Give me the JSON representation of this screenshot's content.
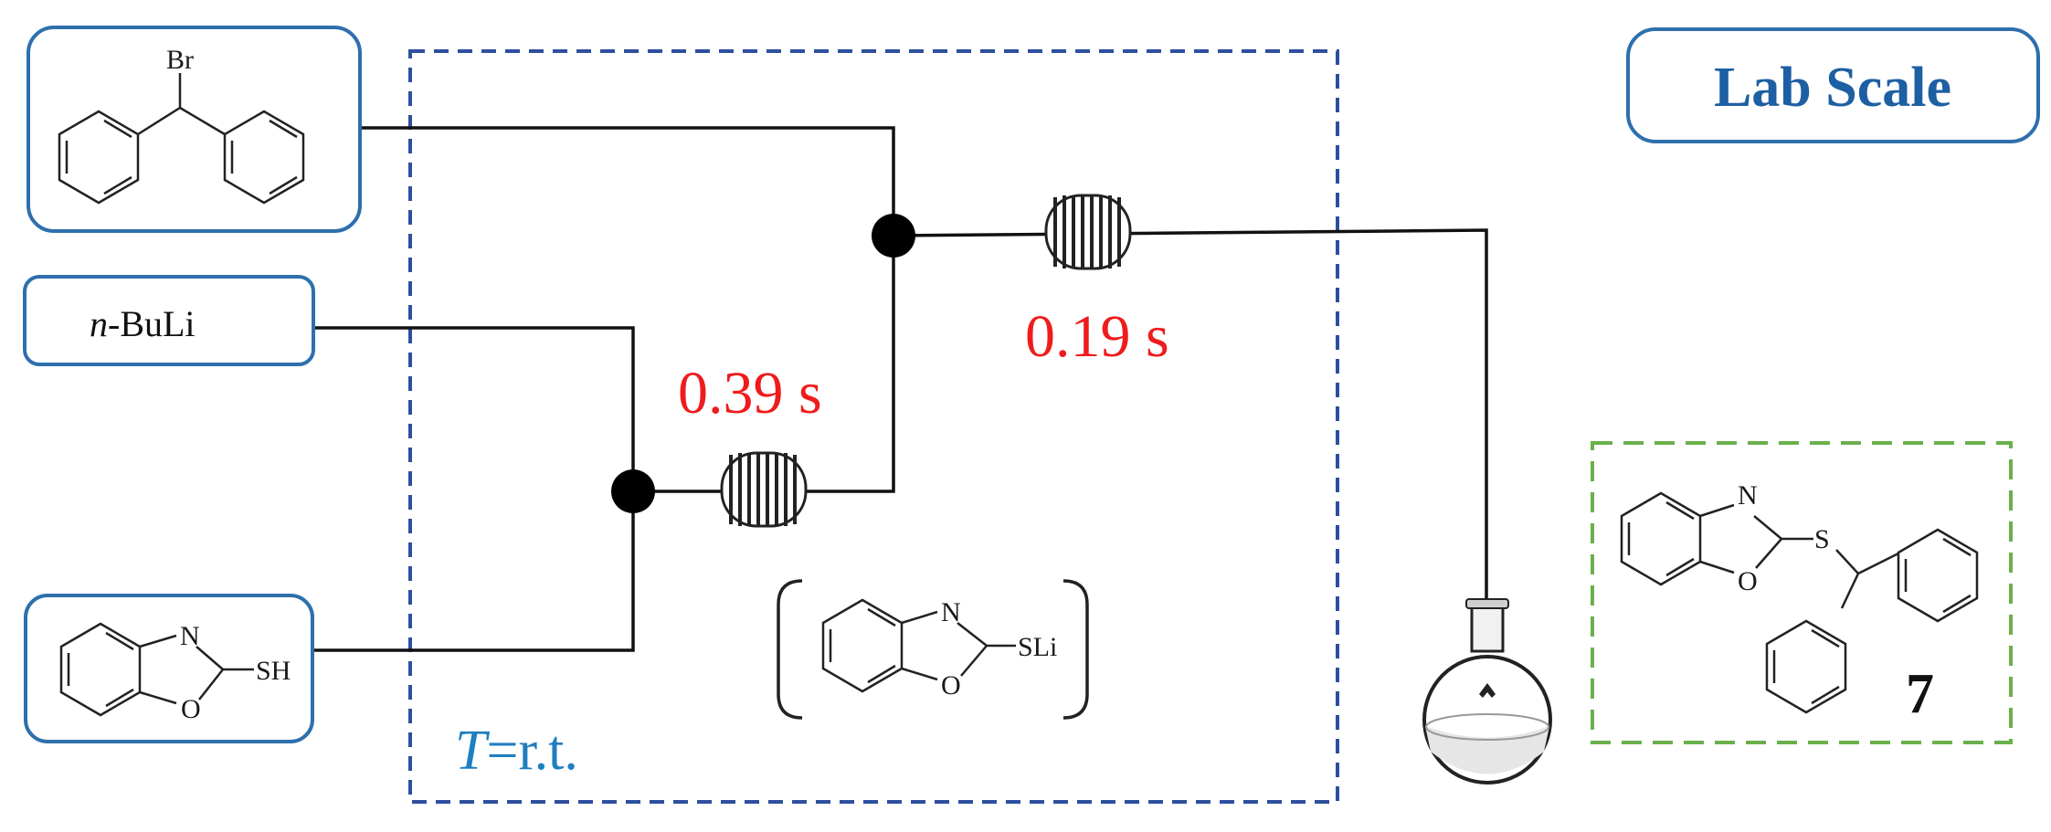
{
  "header": {
    "scale_label": "Lab Scale"
  },
  "reagents": {
    "bromide_atom": "Br",
    "butyllithium_prefix": "n",
    "butyllithium_suffix": "-BuLi",
    "thiol_n": "N",
    "thiol_o": "O",
    "thiol_sh": "SH"
  },
  "reactor": {
    "residence_time_1": "0.39 s",
    "residence_time_2": "0.19 s",
    "temperature_symbol": "T",
    "temperature_value": "=r.t.",
    "intermediate_n": "N",
    "intermediate_o": "O",
    "intermediate_sli": "SLi"
  },
  "product": {
    "n": "N",
    "o": "O",
    "s": "S",
    "compound_number": "7"
  },
  "colors": {
    "box_blue": "#2e6fad",
    "reactor_dash_blue": "#2d4f9e",
    "product_dash_green": "#6ab04c",
    "time_red": "#ee1c1c",
    "temp_blue": "#1f7fc0",
    "header_text_blue": "#1d5fa3"
  }
}
